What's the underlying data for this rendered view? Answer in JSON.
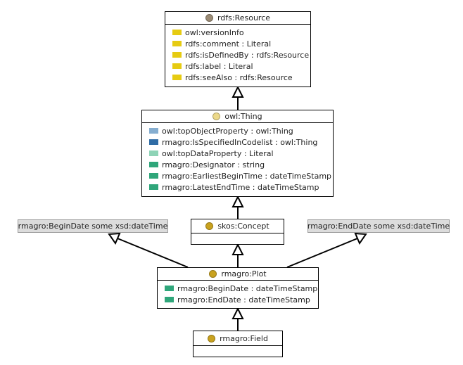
{
  "nodes": {
    "resource": {
      "title": "rdfs:Resource",
      "dot_color": "#9b8b75",
      "rows": [
        {
          "label": "owl:versionInfo",
          "color": "#e6cb12"
        },
        {
          "label": "rdfs:comment : Literal",
          "color": "#e6cb12"
        },
        {
          "label": "rdfs:isDefinedBy : rdfs:Resource",
          "color": "#e6cb12"
        },
        {
          "label": "rdfs:label : Literal",
          "color": "#e6cb12"
        },
        {
          "label": "rdfs:seeAlso : rdfs:Resource",
          "color": "#e6cb12"
        }
      ]
    },
    "thing": {
      "title": "owl:Thing",
      "dot_color": "#ecd98a",
      "rows": [
        {
          "label": "owl:topObjectProperty : owl:Thing",
          "color": "#86aed0"
        },
        {
          "label": "rmagro:IsSpecifiedInCodelist : owl:Thing",
          "color": "#2f6ca5"
        },
        {
          "label": "owl:topDataProperty : Literal",
          "color": "#8ed3b6"
        },
        {
          "label": "rmagro:Designator : string",
          "color": "#2fa67a"
        },
        {
          "label": "rmagro:EarliestBeginTime : dateTimeStamp",
          "color": "#2fa67a"
        },
        {
          "label": "rmagro:LatestEndTime : dateTimeStamp",
          "color": "#2fa67a"
        }
      ]
    },
    "concept": {
      "title": "skos:Concept",
      "dot_color": "#c9a21f"
    },
    "plot": {
      "title": "rmagro:Plot",
      "dot_color": "#c9a21f",
      "rows": [
        {
          "label": "rmagro:BeginDate : dateTimeStamp",
          "color": "#2fa67a"
        },
        {
          "label": "rmagro:EndDate : dateTimeStamp",
          "color": "#2fa67a"
        }
      ]
    },
    "field": {
      "title": "rmagro:Field",
      "dot_color": "#c9a21f"
    }
  },
  "restrictions": {
    "begin": "rmagro:BeginDate some xsd:dateTime",
    "end": "rmagro:EndDate some xsd:dateTime"
  }
}
